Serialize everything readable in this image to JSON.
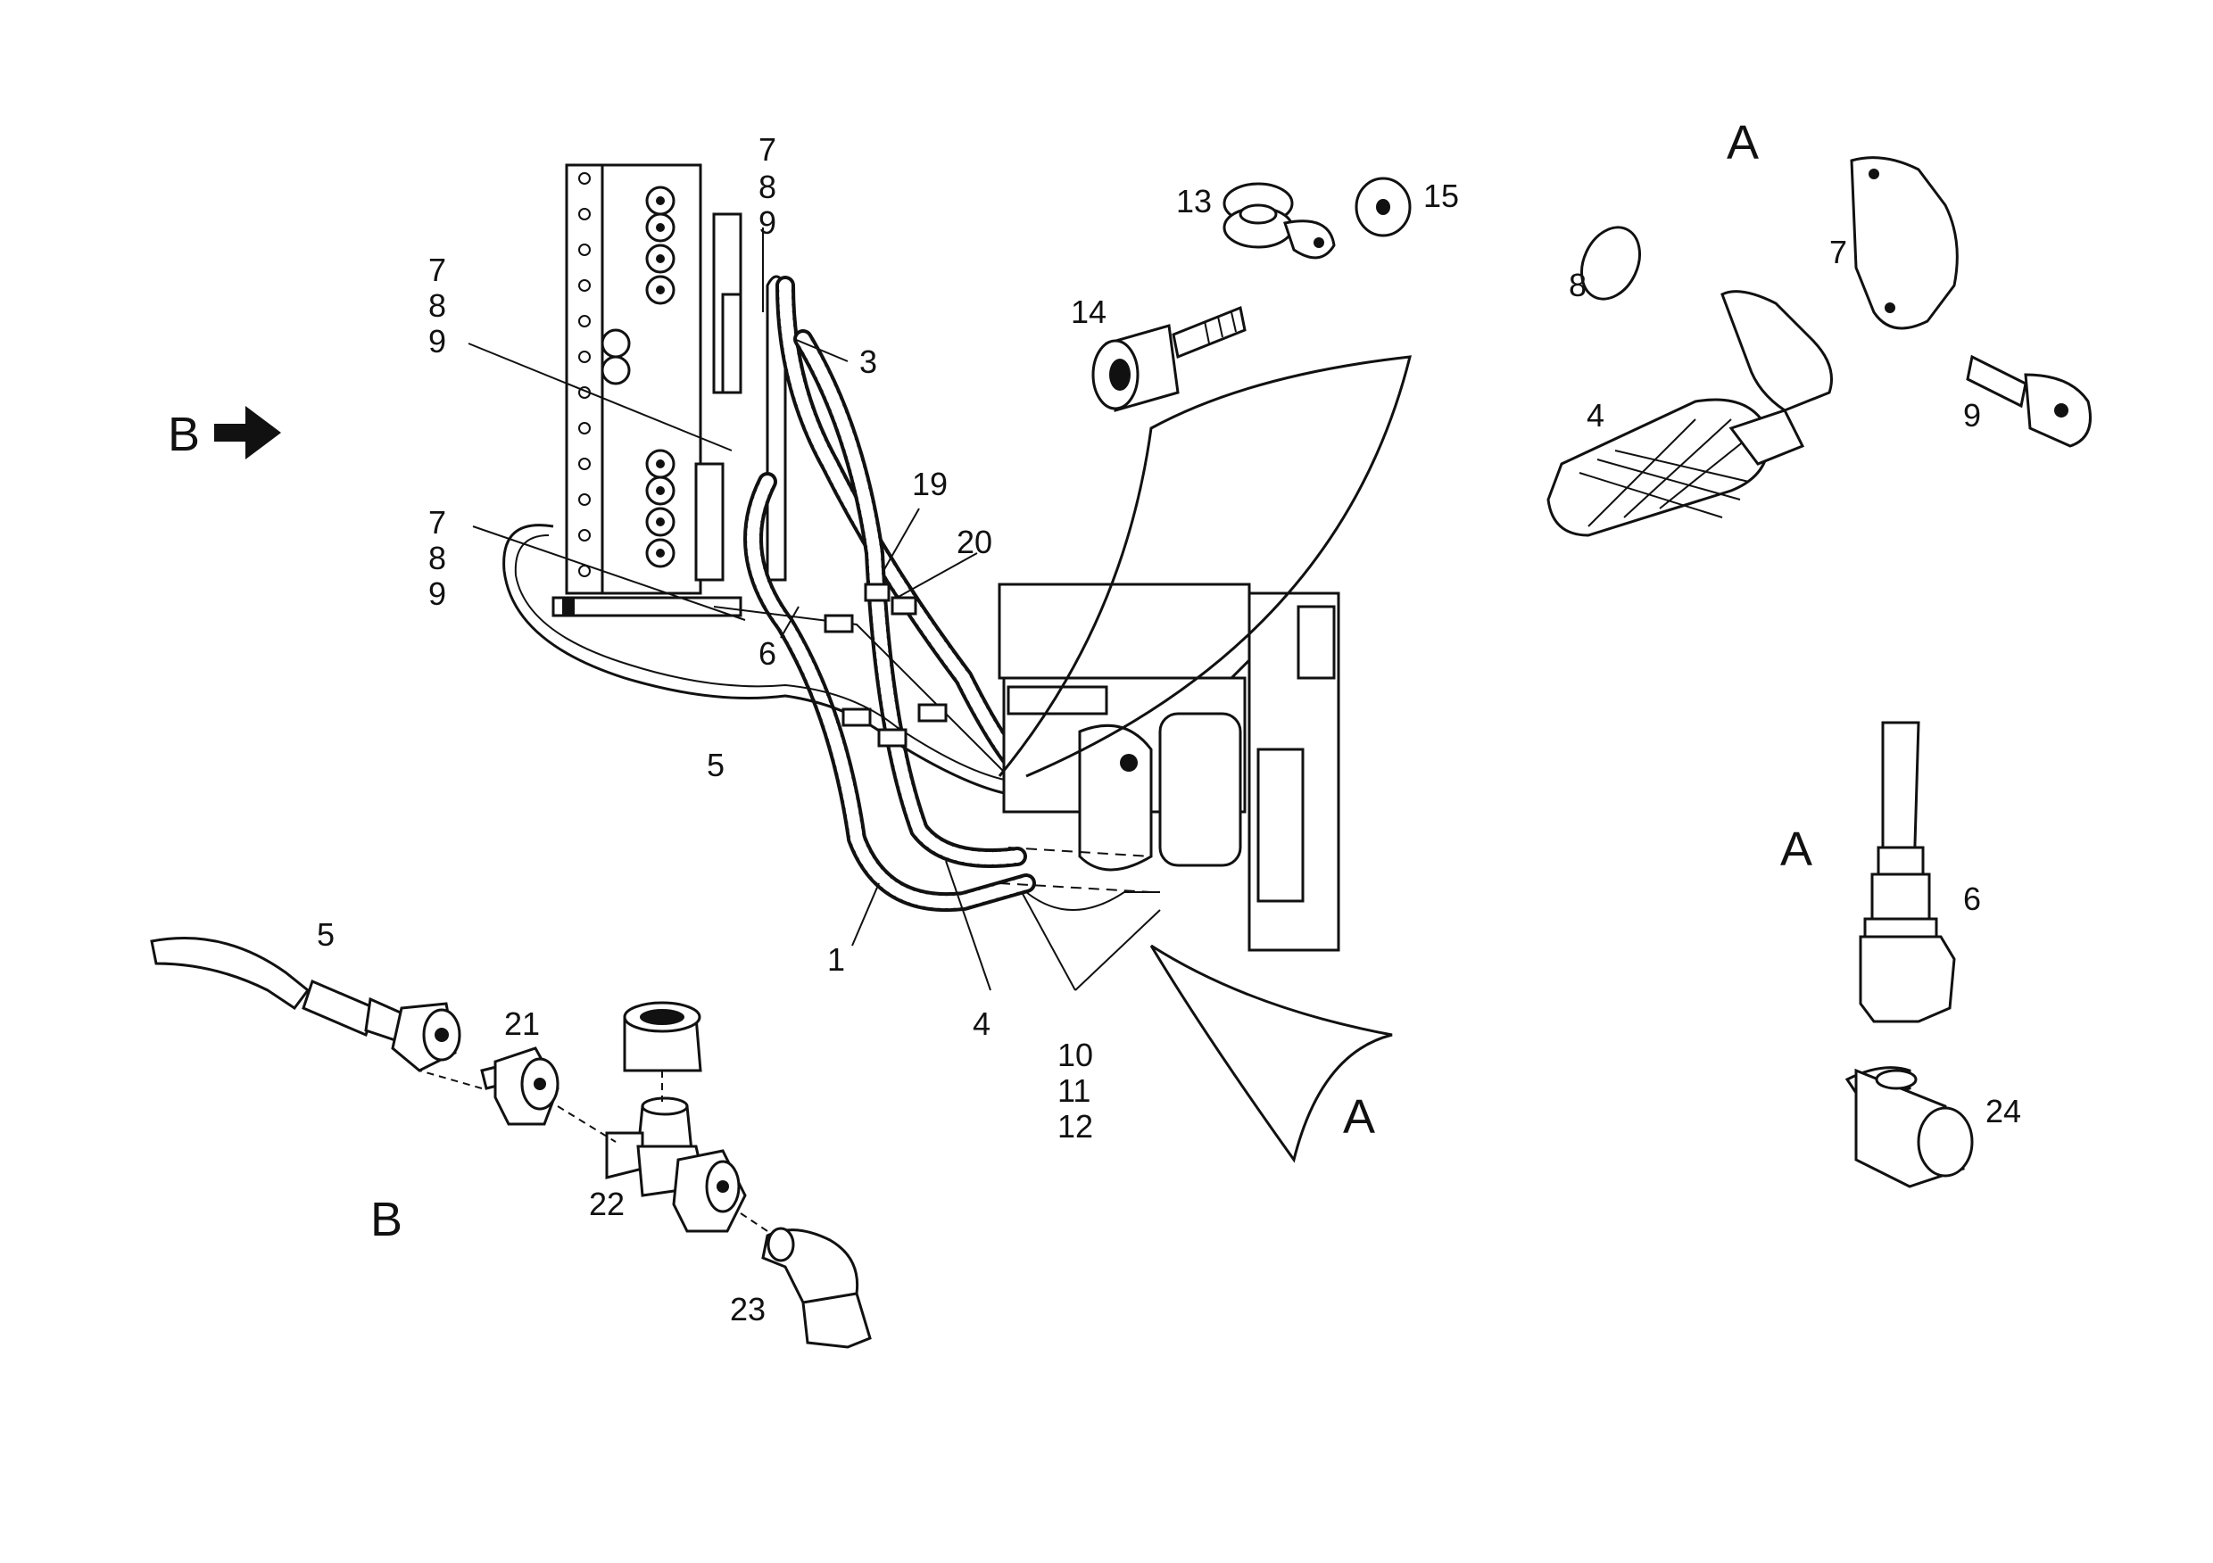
{
  "view_labels": {
    "detail_a_top": "A",
    "detail_a_right": "A",
    "detail_a_callout": "A",
    "detail_b_arrow": "B",
    "detail_b_bottom": "B"
  },
  "callouts": {
    "c1": "1",
    "c3": "3",
    "c4_main": "4",
    "c4_detail": "4",
    "c5_main": "5",
    "c5_detail": "5",
    "c6_main": "6",
    "c6_detail": "6",
    "c7_top": "7",
    "c8_top": "8",
    "c9_top": "9",
    "c7_mid": "7",
    "c8_mid": "8",
    "c9_mid": "9",
    "c7_low": "7",
    "c8_low": "8",
    "c9_low": "9",
    "c7_detail": "7",
    "c8_detail": "8",
    "c9_detail": "9",
    "c10": "10",
    "c11": "11",
    "c12": "12",
    "c13": "13",
    "c14": "14",
    "c15": "15",
    "c19": "19",
    "c20": "20",
    "c21": "21",
    "c22": "22",
    "c23": "23",
    "c24": "24"
  }
}
